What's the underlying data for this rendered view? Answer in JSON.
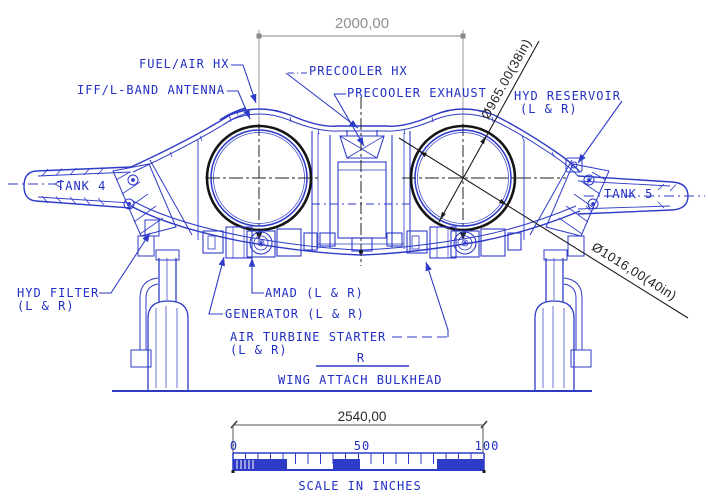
{
  "drawing_type": "aircraft fuselage cross-section engineering blueprint",
  "colors": {
    "line_blue": "#2e3bc7",
    "text_blue": "#2230c4",
    "ink_black": "#1b1b1b",
    "dim_gray": "#8f8f8f"
  },
  "dimensions": {
    "duct_spacing": "2000,00",
    "inner_diameter": "Ø965.00(38in)",
    "outer_diameter": "Ø1016,00(40in)",
    "overall_width": "2540,00"
  },
  "labels": {
    "fuel_air_hx": "FUEL/AIR HX",
    "iff_antenna": "IFF/L-BAND ANTENNA",
    "precooler_hx": "PRECOOLER HX",
    "precooler_exhaust": "PRECOOLER EXHAUST",
    "hyd_reservoir": "HYD RESERVOIR",
    "hyd_reservoir_lr": "(L & R)",
    "tank4": "TANK 4",
    "tank5": "TANK 5",
    "hyd_filter": "HYD FILTER",
    "hyd_filter_lr": "(L & R)",
    "amad": "AMAD (L & R)",
    "generator": "GENERATOR (L & R)",
    "air_turbine_starter": "AIR TURBINE STARTER",
    "air_turbine_starter_lr": "(L & R)",
    "datum_r": "R",
    "wing_attach_bulkhead": "WING ATTACH BULKHEAD"
  },
  "scalebar": {
    "tick_0": "0",
    "tick_50": "50",
    "tick_100": "100",
    "caption": "SCALE IN INCHES"
  }
}
